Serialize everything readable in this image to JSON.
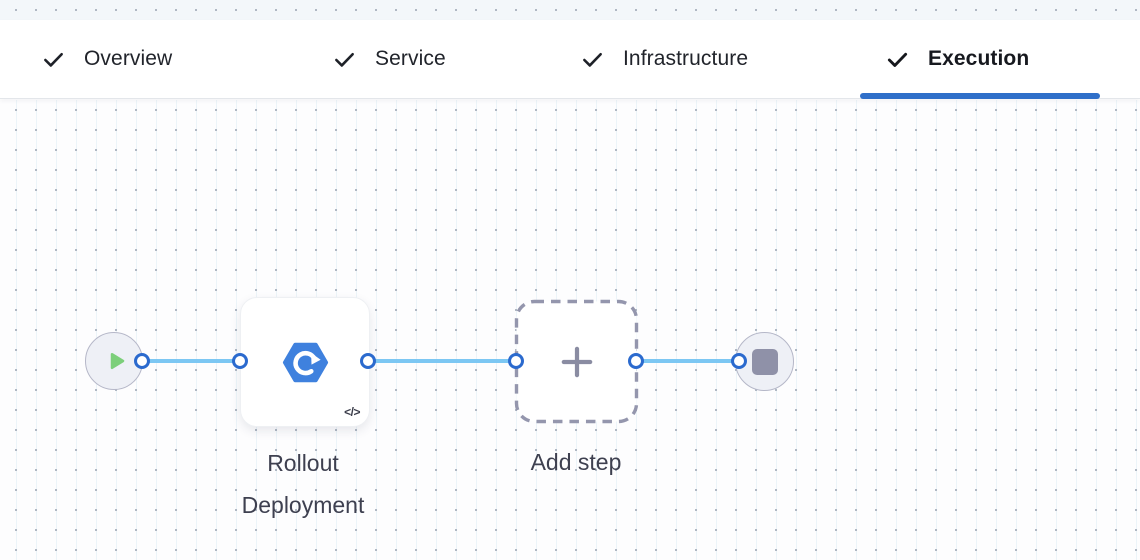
{
  "tabs": [
    {
      "label": "Overview",
      "checked": true,
      "active": false
    },
    {
      "label": "Service",
      "checked": true,
      "active": false
    },
    {
      "label": "Infrastructure",
      "checked": true,
      "active": false
    },
    {
      "label": "Execution",
      "checked": true,
      "active": true
    }
  ],
  "pipeline": {
    "start_node": "start",
    "steps": [
      {
        "name": "Rollout Deployment",
        "type": "k8s-rollout-deployment",
        "code_badge": "</>"
      }
    ],
    "add_step_label": "Add step",
    "end_node": "stop"
  },
  "colors": {
    "active_tab_underline": "#2f6fc9",
    "edge_blue": "#7cc7f3",
    "port_ring_blue": "#2b6ace",
    "step_icon_blue": "#3f81de",
    "start_green": "#7ccf7a",
    "end_gray": "#8f91a8",
    "dashed_border": "#9496ad"
  }
}
